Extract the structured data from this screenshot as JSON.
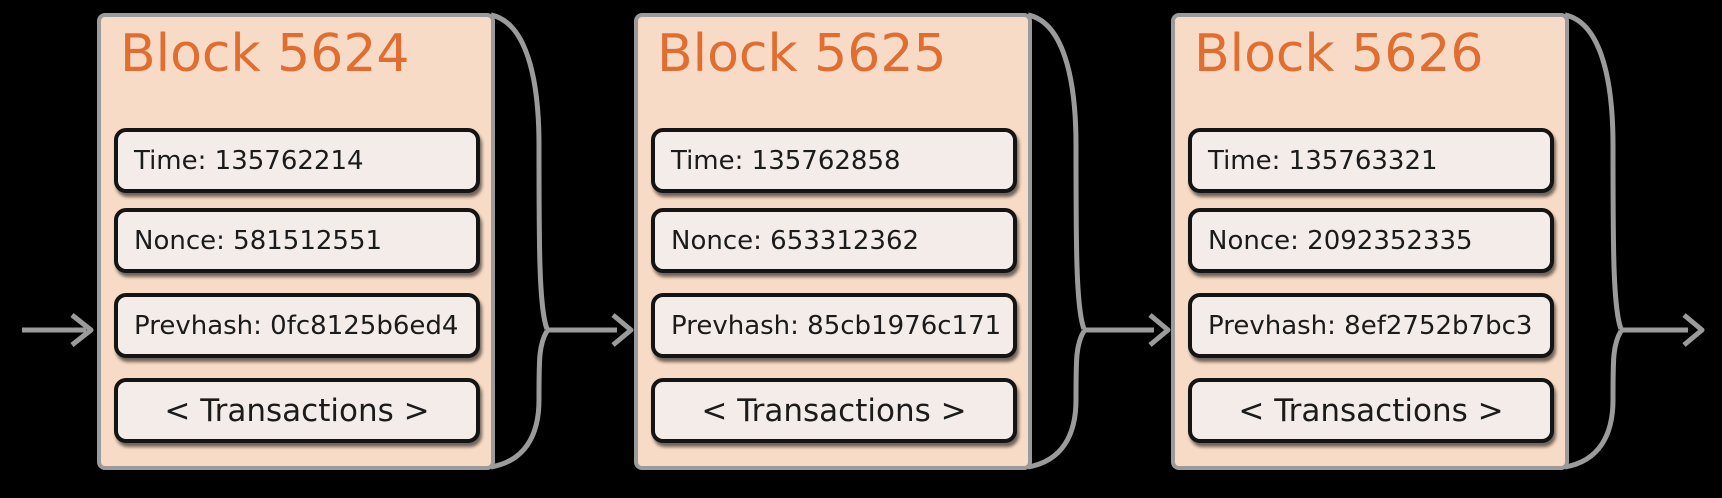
{
  "diagram": {
    "type": "blockchain-chain",
    "blocks": [
      {
        "title": "Block 5624",
        "time": "Time: 135762214",
        "nonce": "Nonce: 581512551",
        "prevhash": "Prevhash: 0fc8125b6ed4",
        "transactions": "< Transactions >"
      },
      {
        "title": "Block 5625",
        "time": "Time: 135762858",
        "nonce": "Nonce: 653312362",
        "prevhash": "Prevhash: 85cb1976c171",
        "transactions": "< Transactions >"
      },
      {
        "title": "Block 5626",
        "time": "Time: 135763321",
        "nonce": "Nonce: 2092352335",
        "prevhash": "Prevhash: 8ef2752b7bc3",
        "transactions": "< Transactions >"
      }
    ],
    "connectors": {
      "shape": "brace-funnel-into-arrow",
      "points_at": "prevhash field of next block"
    }
  },
  "colors": {
    "background": "#000000",
    "block_fill": "#F8DBC6",
    "block_border": "#9B9B9B",
    "title_accent": "#E06E30",
    "field_fill": "#F3ECE9",
    "field_border": "#141414",
    "arrow": "#9B9B9B"
  }
}
